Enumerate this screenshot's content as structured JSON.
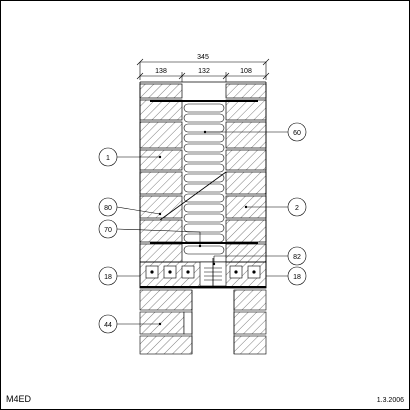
{
  "dimensions": {
    "total": "345",
    "segments": [
      "138",
      "132",
      "108"
    ]
  },
  "callouts": [
    "60",
    "1",
    "80",
    "2",
    "70",
    "82",
    "18",
    "18",
    "44"
  ],
  "footer": {
    "code": "M4ED",
    "date": "1.3.2006"
  }
}
